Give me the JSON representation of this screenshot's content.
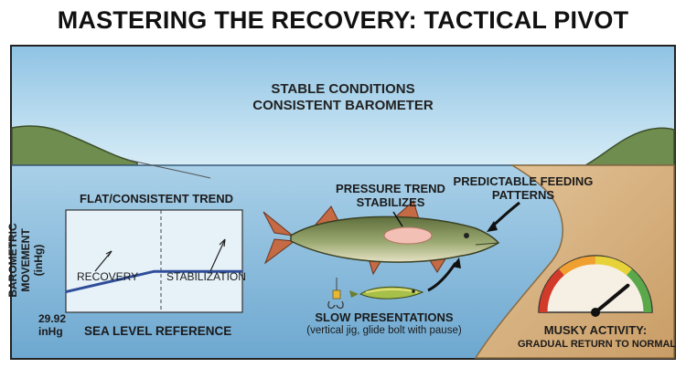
{
  "title": "MASTERING THE RECOVERY: TACTICAL PIVOT",
  "sky": {
    "line1": "STABLE CONDITIONS",
    "line2": "CONSISTENT BAROMETER"
  },
  "chart": {
    "heading": "FLAT/CONSISTENT TREND",
    "y_axis_line1": "BAROMETRIC MOVEMENT",
    "y_axis_line2": "(inHg)",
    "baseline_value": "29.92",
    "baseline_unit": "inHg",
    "x_axis_label": "SEA LEVEL REFERENCE",
    "phase_recovery": "RECOVERY",
    "phase_stabilization": "STABILIZATION"
  },
  "chart_data": {
    "type": "line",
    "series": [
      {
        "x": [
          0,
          0.5,
          1
        ],
        "y": [
          0.2,
          0.4,
          0.4
        ]
      }
    ],
    "xlabel": "SEA LEVEL REFERENCE",
    "ylabel": "BAROMETRIC MOVEMENT (inHg)"
  },
  "fish": {
    "pressure_line1": "PRESSURE TREND",
    "pressure_line2": "STABILIZES",
    "feeding_line1": "PREDICTABLE FEEDING",
    "feeding_line2": "PATTERNS"
  },
  "lures": {
    "title": "SLOW PRESENTATIONS",
    "subtitle": "(vertical jig, glide bolt with pause)"
  },
  "gauge": {
    "label_line1": "MUSKY ACTIVITY:",
    "label_line2": "GRADUAL RETURN TO NORMAL",
    "level": 0.78
  },
  "colors": {
    "sky_top": "#8fc3e4",
    "water": "#7fb3d6",
    "sand": "#d9b88a",
    "trend_line": "#2f4e9a",
    "fish_body": "#8a9a60",
    "fin": "#c46a44"
  }
}
